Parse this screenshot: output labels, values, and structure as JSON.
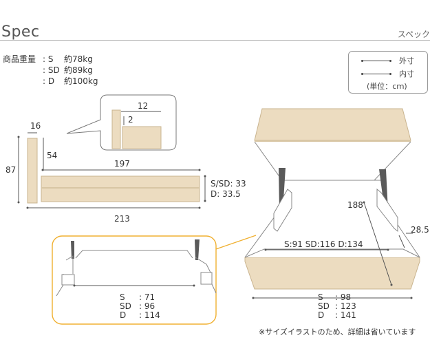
{
  "header": {
    "title": "Spec",
    "subtitle": "スペック"
  },
  "weight": {
    "label": "商品重量",
    "rows": [
      {
        "size": ": S",
        "value": "約78kg"
      },
      {
        "size": ": SD",
        "value": "約89kg"
      },
      {
        "size": ": D",
        "value": "約100kg"
      }
    ]
  },
  "legend": {
    "outer": "外寸",
    "inner": "内寸",
    "unit": "(単位：cｍ)"
  },
  "side_view": {
    "height": "87",
    "board_thickness": "16",
    "inner_height": "54",
    "inner_length": "197",
    "outer_length": "213",
    "mattress_height_s_sd": "S/SD: 33",
    "mattress_height_d": "D: 33.5",
    "zoom_width": "12",
    "zoom_gap": "2"
  },
  "detail_view": {
    "rows": [
      {
        "size": "S",
        "value": ": 71"
      },
      {
        "size": "SD",
        "value": ": 96"
      },
      {
        "size": "D",
        "value": ": 114"
      }
    ]
  },
  "iso_view": {
    "length": "188",
    "depth": "28.5",
    "inner_width": "S:91  SD:116  D:134",
    "outer_rows": [
      {
        "size": "S",
        "value": ": 98"
      },
      {
        "size": "SD",
        "value": ": 123"
      },
      {
        "size": "D",
        "value": ": 141"
      }
    ]
  },
  "footnote": "※サイズイラストのため、詳細は省いています",
  "colors": {
    "wood": "#ecdcc0",
    "wood_edge": "#c9b48f",
    "outline": "#888888",
    "strut": "#5a5a5a",
    "callout": "#f0b030"
  }
}
